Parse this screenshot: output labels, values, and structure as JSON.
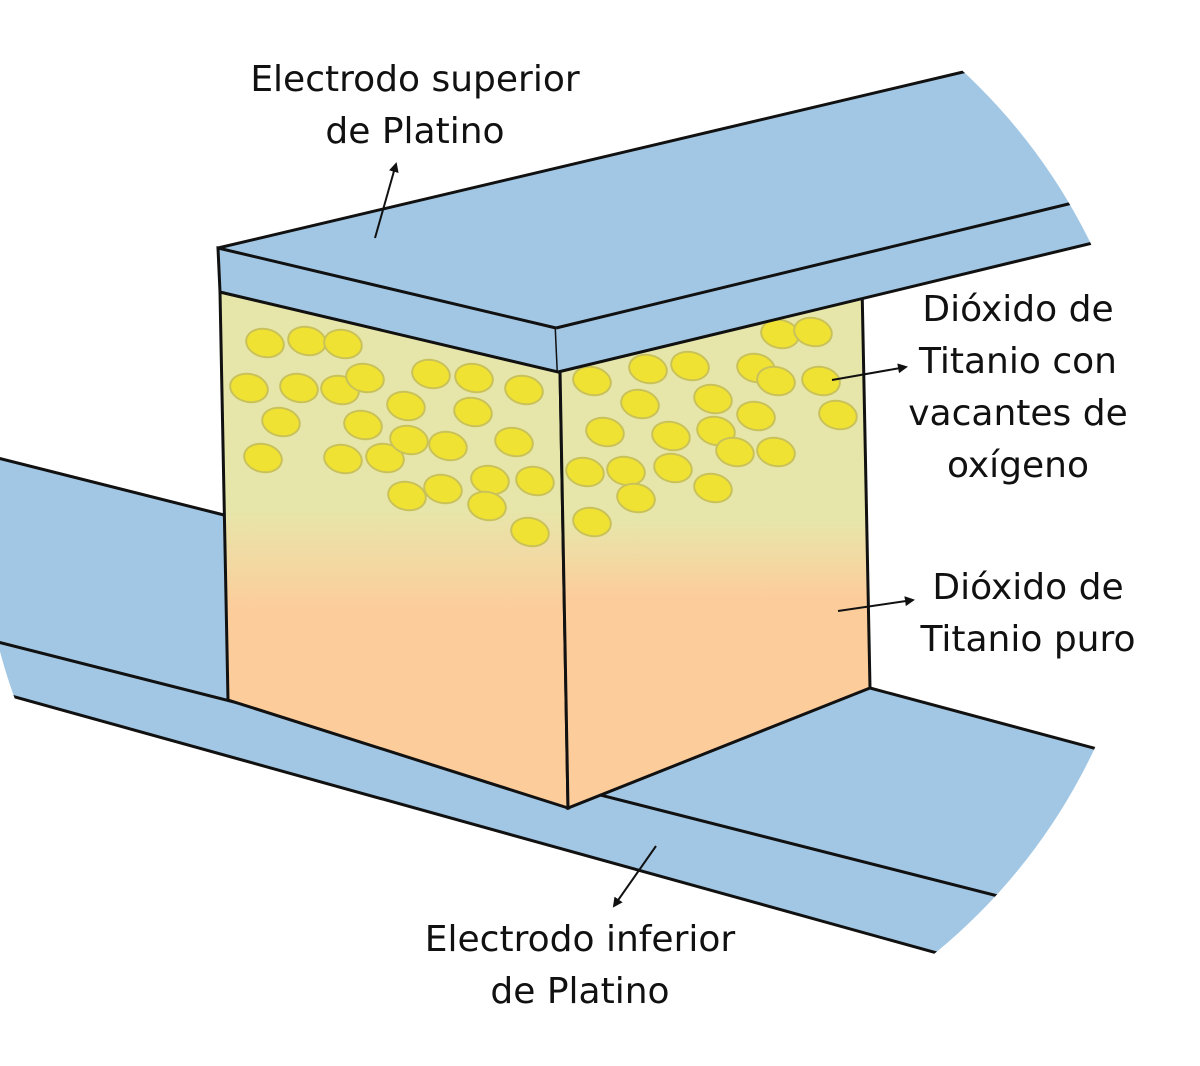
{
  "labels": {
    "top_electrode": [
      "Electrodo superior",
      "de Platino"
    ],
    "oxygen_vacancy_layer": [
      "Dióxido de",
      "Titanio con",
      "vacantes de",
      "oxígeno"
    ],
    "pure_layer": [
      "Dióxido de",
      "Titanio puro"
    ],
    "bottom_electrode": [
      "Electrodo inferior",
      "de Platino"
    ]
  },
  "colors": {
    "electrode_fill": "#a2c7e4",
    "vacancy_layer_fill": "#e7e6aa",
    "pure_layer_fill": "#fdcc9b",
    "vacancy_dot_fill": "#f0e232",
    "vacancy_dot_stroke": "#c9c25a",
    "outline": "#111111"
  }
}
